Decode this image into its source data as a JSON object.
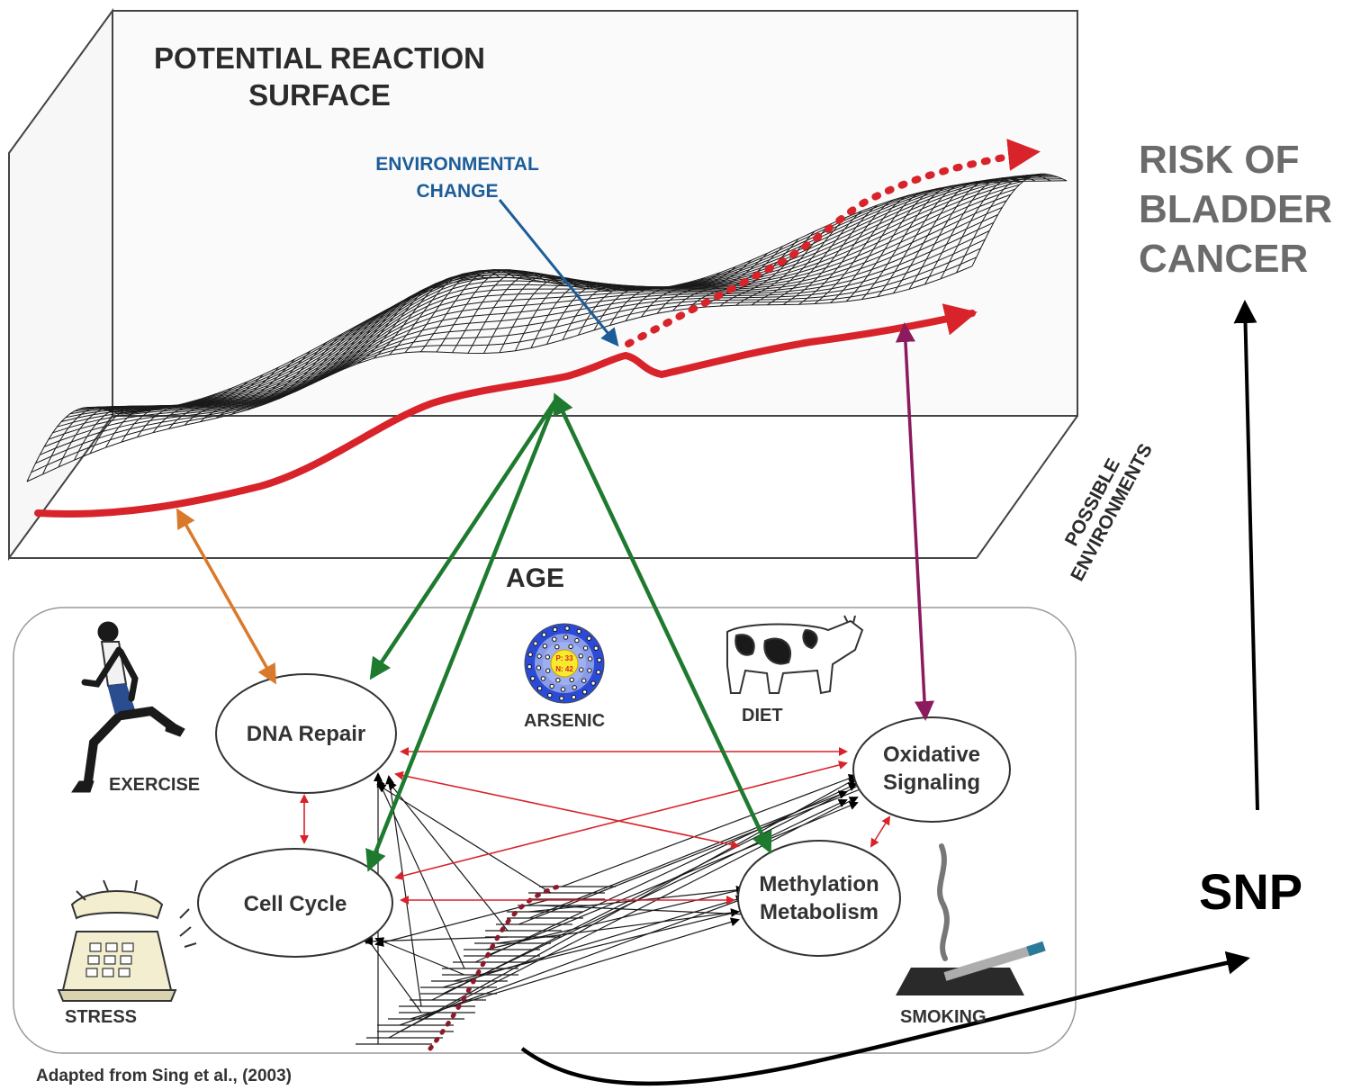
{
  "surface": {
    "title_line1": "POTENTIAL REACTION",
    "title_line2": "SURFACE",
    "env_change_line1": "ENVIRONMENTAL",
    "env_change_line2": "CHANGE",
    "x_axis_label": "AGE",
    "depth_axis_line1": "POSSIBLE",
    "depth_axis_line2": "ENVIRONMENTS"
  },
  "outcome": {
    "risk_line1": "RISK OF",
    "risk_line2": "BLADDER",
    "risk_line3": "CANCER",
    "snp": "SNP"
  },
  "pathways": {
    "dna_repair": "DNA Repair",
    "cell_cycle": "Cell Cycle",
    "oxidative_line1": "Oxidative",
    "oxidative_line2": "Signaling",
    "methylation_line1": "Methylation",
    "methylation_line2": "Metabolism"
  },
  "exposures": {
    "exercise": "EXERCISE",
    "stress": "STRESS",
    "arsenic": "ARSENIC",
    "arsenic_core_line1": "P: 33",
    "arsenic_core_line2": "N: 42",
    "diet": "DIET",
    "smoking": "SMOKING"
  },
  "credit": "Adapted from Sing et al., (2003)",
  "colors": {
    "trajectory": "#d8232a",
    "env_arrow": "#1c5d99",
    "exercise_arrow": "#d9792b",
    "green_arrows": "#1e7a2e",
    "purple_arrow": "#8b1a5e",
    "network_red": "#d8232a"
  }
}
